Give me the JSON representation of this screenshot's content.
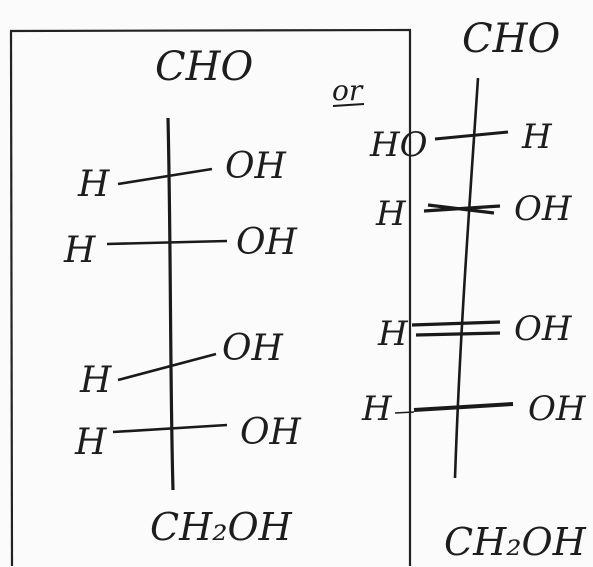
{
  "left": {
    "top": "CHO",
    "bottom": "CH₂OH",
    "rows": [
      {
        "left": "H",
        "right": "OH"
      },
      {
        "left": "H",
        "right": "OH"
      },
      {
        "left": "H",
        "right": "OH"
      },
      {
        "left": "H",
        "right": "OH"
      }
    ]
  },
  "connector": "or",
  "right": {
    "top": "CHO",
    "bottom": "CH₂OH",
    "rows": [
      {
        "left": "HO",
        "right": "H"
      },
      {
        "left": "H",
        "right": "OH"
      },
      {
        "left": "H",
        "right": "OH"
      },
      {
        "left": "H",
        "right": "OH"
      }
    ]
  }
}
